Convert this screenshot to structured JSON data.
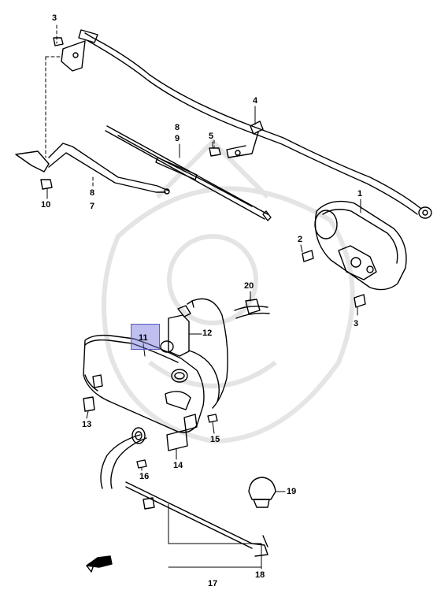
{
  "diagram": {
    "highlight_color": "#6e6edc",
    "line_color": "#000000",
    "watermark_color": "#e2e2e2",
    "callouts": {
      "c1": "1",
      "c2": "2",
      "c3a": "3",
      "c3b": "3",
      "c4": "4",
      "c5": "5",
      "c8a": "8",
      "c9": "9",
      "c8b": "8",
      "c7": "7",
      "c10": "10",
      "c11": "11",
      "c12": "12",
      "c13": "13",
      "c14": "14",
      "c15": "15",
      "c16": "16",
      "c17": "17",
      "c18": "18",
      "c19": "19",
      "c20": "20"
    }
  }
}
